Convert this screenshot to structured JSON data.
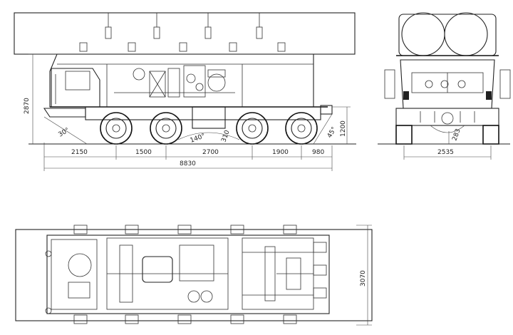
{
  "side_view": {
    "overall_height": "2870",
    "ground_clearance": "1200",
    "approach_angle": "30°",
    "departure_angle": "45°",
    "ramp_angle": "140°",
    "small_dim": "310",
    "segments": [
      "2150",
      "1500",
      "2700",
      "1900",
      "980"
    ],
    "overall_length": "8830"
  },
  "front_view": {
    "track": "2535",
    "clearance": "283"
  },
  "top_view": {
    "overall_width": "3070"
  }
}
